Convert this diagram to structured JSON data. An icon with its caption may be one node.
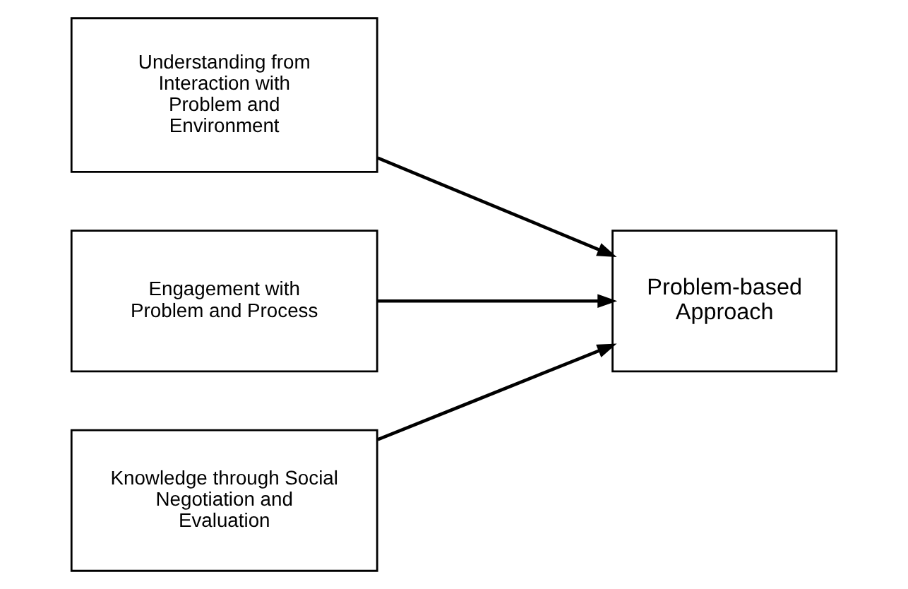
{
  "diagram": {
    "nodes": [
      {
        "text": [
          "Understanding from Interaction with Problem and Environment"
        ]
      },
      {
        "text": [
          "Engagement with Problem and Process"
        ]
      },
      {
        "text": [
          "Knowledge through Social Negotiation and Evaluation"
        ]
      },
      {
        "text": [
          "Problem-based Approach"
        ]
      }
    ],
    "edges": [
      {
        "from": 0,
        "to": 3,
        "arrow": "to"
      },
      {
        "from": 1,
        "to": 3,
        "arrow": "to"
      },
      {
        "from": 2,
        "to": 3,
        "arrow": "to"
      }
    ]
  }
}
